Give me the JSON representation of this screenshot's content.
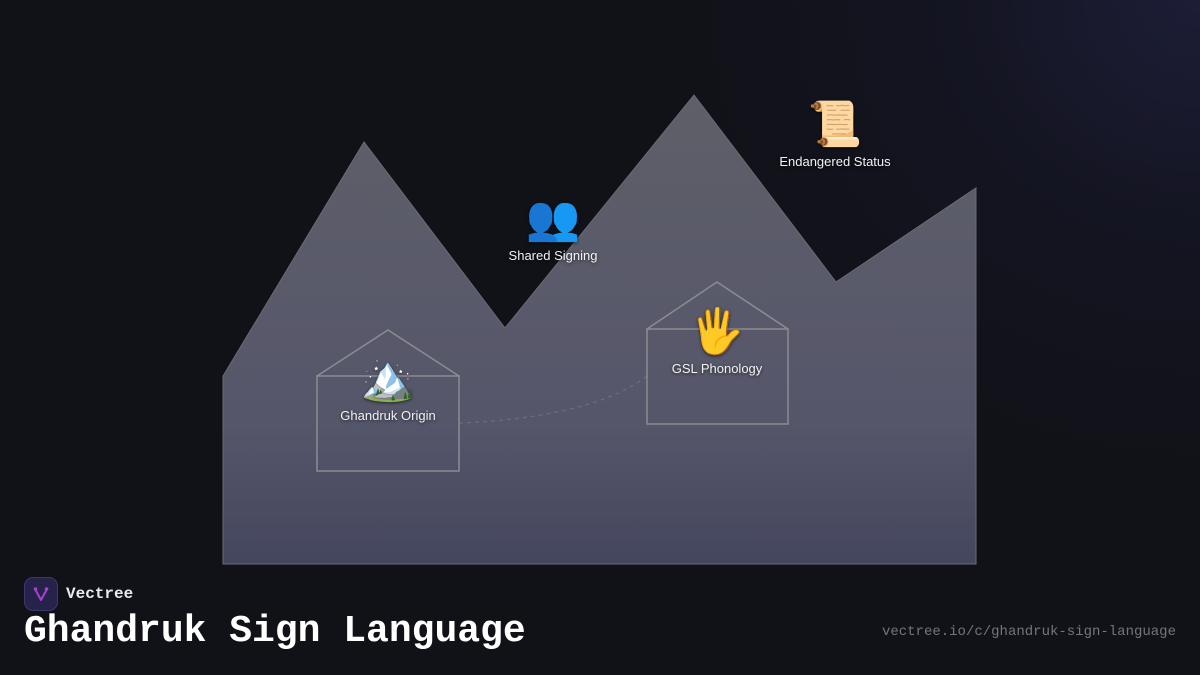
{
  "diagram": {
    "colors": {
      "background": "#111118",
      "mountain_top": "#5e5e68",
      "mountain_bottom": "#464860",
      "outline": "#8a8a90",
      "connector": "#7a7a80"
    },
    "nodes": [
      {
        "id": "ghandruk-origin",
        "icon": "mountain-icon",
        "emoji": "🏔️",
        "label": "Ghandruk Origin",
        "boxed": true
      },
      {
        "id": "shared-signing",
        "icon": "people-icon",
        "emoji": "👥",
        "label": "Shared Signing",
        "boxed": false
      },
      {
        "id": "gsl-phonology",
        "icon": "raised-hand-icon",
        "emoji": "🖐️",
        "label": "GSL Phonology",
        "boxed": true
      },
      {
        "id": "endangered-status",
        "icon": "scroll-icon",
        "emoji": "📜",
        "label": "Endangered Status",
        "boxed": false
      }
    ],
    "edges": [
      {
        "from": "ghandruk-origin",
        "to": "gsl-phonology",
        "style": "dashed"
      }
    ]
  },
  "footer": {
    "brand": "Vectree",
    "title": "Ghandruk Sign Language",
    "url": "vectree.io/c/ghandruk-sign-language"
  }
}
